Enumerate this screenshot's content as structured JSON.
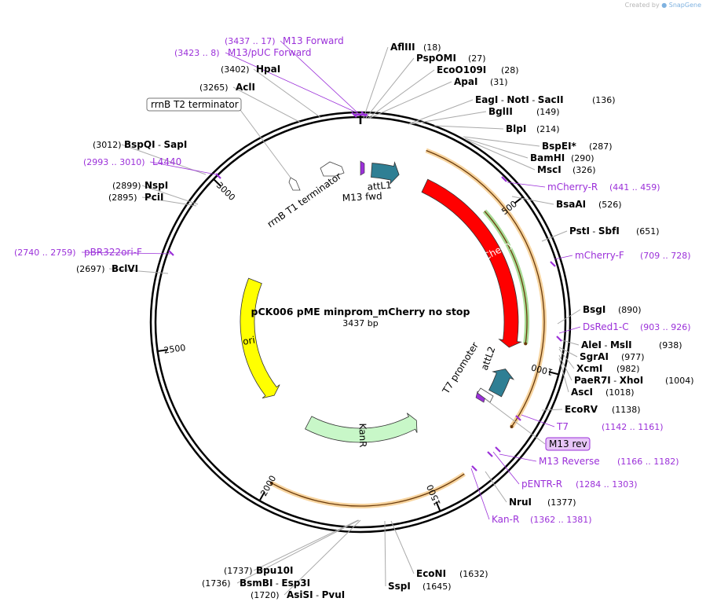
{
  "credit": {
    "prefix": "Created by",
    "brand": "SnapGene"
  },
  "plasmid": {
    "name": "pCK006 pME minprom_mCherry no stop",
    "length_label": "3437 bp",
    "length": 3437
  },
  "ticks": [
    {
      "pos": 500,
      "label": "500"
    },
    {
      "pos": 1000,
      "label": "1000"
    },
    {
      "pos": 1500,
      "label": "1500"
    },
    {
      "pos": 2000,
      "label": "2000"
    },
    {
      "pos": 2500,
      "label": "2500"
    },
    {
      "pos": 3000,
      "label": "3000"
    }
  ],
  "features": [
    {
      "name": "mCherry",
      "label": "mCherry",
      "start": 241,
      "end": 951,
      "color": "#ff0000",
      "label_color": "#ffffff",
      "direction": "cw"
    },
    {
      "name": "ori",
      "label": "ori",
      "start": 2193,
      "end": 2782,
      "color": "#ffff00",
      "label_color": "#000000",
      "direction": "ccw"
    },
    {
      "name": "KanR",
      "label": "KanR",
      "start": 1435,
      "end": 1980,
      "color": "#c8f7c8",
      "label_color": "#000000",
      "direction": "ccw"
    },
    {
      "name": "attL1",
      "label": "attL1",
      "start": 40,
      "end": 140,
      "color": "#2f7f94",
      "label_color": "#000000",
      "direction": "cw"
    },
    {
      "name": "attL2",
      "label": "attL2",
      "start": 1030,
      "end": 1125,
      "color": "#2f7f94",
      "label_color": "#000000",
      "direction": "ccw"
    }
  ],
  "small_features": [
    {
      "name": "M13 fwd",
      "label": "M13 fwd"
    },
    {
      "name": "rrnB T1 terminator",
      "label": "rrnB T1 terminator"
    },
    {
      "name": "T7 promoter",
      "label": "T7 promoter"
    }
  ],
  "enzymes": [
    {
      "names": [
        "AflIII"
      ],
      "pos": "(18)"
    },
    {
      "names": [
        "PspOMI"
      ],
      "pos": "(27)"
    },
    {
      "names": [
        "EcoO109I"
      ],
      "pos": "(28)"
    },
    {
      "names": [
        "ApaI"
      ],
      "pos": "(31)"
    },
    {
      "names": [
        "EagI",
        "NotI",
        "SacII"
      ],
      "pos": "(136)"
    },
    {
      "names": [
        "BglII"
      ],
      "pos": "(149)"
    },
    {
      "names": [
        "BlpI"
      ],
      "pos": "(214)"
    },
    {
      "names": [
        "BspEI*"
      ],
      "pos": "(287)"
    },
    {
      "names": [
        "BamHI"
      ],
      "pos": "(290)"
    },
    {
      "names": [
        "MscI"
      ],
      "pos": "(326)"
    },
    {
      "names": [
        "BsaAI"
      ],
      "pos": "(526)"
    },
    {
      "names": [
        "PstI",
        "SbfI"
      ],
      "pos": "(651)"
    },
    {
      "names": [
        "BsgI"
      ],
      "pos": "(890)"
    },
    {
      "names": [
        "AleI",
        "MslI"
      ],
      "pos": "(938)"
    },
    {
      "names": [
        "SgrAI"
      ],
      "pos": "(977)"
    },
    {
      "names": [
        "XcmI"
      ],
      "pos": "(982)"
    },
    {
      "names": [
        "PaeR7I",
        "XhoI"
      ],
      "pos": "(1004)"
    },
    {
      "names": [
        "AscI"
      ],
      "pos": "(1018)"
    },
    {
      "names": [
        "EcoRV"
      ],
      "pos": "(1138)"
    },
    {
      "names": [
        "NruI"
      ],
      "pos": "(1377)"
    },
    {
      "names": [
        "EcoNI"
      ],
      "pos": "(1632)"
    },
    {
      "names": [
        "SspI"
      ],
      "pos": "(1645)"
    },
    {
      "names": [
        "Bpu10I"
      ],
      "pos": "(1737)"
    },
    {
      "names": [
        "BsmBI",
        "Esp3I"
      ],
      "pos": "(1736)"
    },
    {
      "names": [
        "AsiSI",
        "PvuI"
      ],
      "pos": "(1720)"
    },
    {
      "names": [
        "BclVI"
      ],
      "pos": "(2697)"
    },
    {
      "names": [
        "PciI"
      ],
      "pos": "(2895)"
    },
    {
      "names": [
        "NspI"
      ],
      "pos": "(2899)"
    },
    {
      "names": [
        "BspQI",
        "SapI"
      ],
      "pos": "(3012)"
    },
    {
      "names": [
        "AclI"
      ],
      "pos": "(3265)"
    },
    {
      "names": [
        "HpaI"
      ],
      "pos": "(3402)"
    }
  ],
  "primers": [
    {
      "name": "M13 Forward",
      "range": "(3437 .. 17)"
    },
    {
      "name": "M13/pUC Forward",
      "range": "(3423 .. 8)"
    },
    {
      "name": "mCherry-R",
      "range": "(441 .. 459)"
    },
    {
      "name": "mCherry-F",
      "range": "(709 .. 728)"
    },
    {
      "name": "DsRed1-C",
      "range": "(903 .. 926)"
    },
    {
      "name": "T7",
      "range": "(1142 .. 1161)"
    },
    {
      "name": "M13 Reverse",
      "range": "(1166 .. 1182)"
    },
    {
      "name": "pENTR-R",
      "range": "(1284 .. 1303)"
    },
    {
      "name": "Kan-R",
      "range": "(1362 .. 1381)"
    },
    {
      "name": "L4440",
      "range": "(2993 .. 3010)"
    },
    {
      "name": "pBR322ori-F",
      "range": "(2740 .. 2759)"
    }
  ],
  "boxed_labels": [
    {
      "name": "rrnB T2 terminator"
    },
    {
      "name": "M13 rev"
    }
  ],
  "colors": {
    "primer": "#9b30d9",
    "backbone": "#000000",
    "orange_track": "#f0b050",
    "green_track": "#5fbf3f"
  }
}
